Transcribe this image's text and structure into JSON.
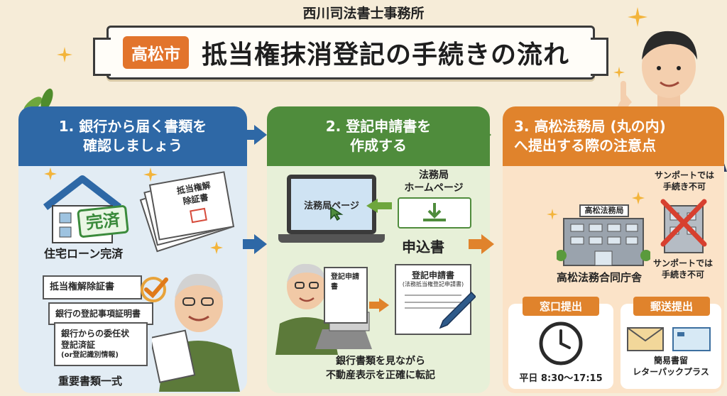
{
  "header": {
    "office": "西川司法書士事務所",
    "city": "高松市",
    "title": "抵当権抹消登記の手続きの流れ"
  },
  "step1": {
    "title_line1": "1. 銀行から届く書類を",
    "title_line2": "確認しましょう",
    "stamp": "完済",
    "doc_stack_label": "抵当権解除証書",
    "loan_label": "住宅ローン完済",
    "doc_a": "抵当権解除証書",
    "doc_b": "銀行の登記事項証明書",
    "doc_c_line1": "銀行からの委任状",
    "doc_c_line2": "登記済証",
    "doc_c_line3": "(or登記識別情報)",
    "set_label": "重要書類一式"
  },
  "step2": {
    "title_line1": "2. 登記申請書を",
    "title_line2": "作成する",
    "screen_text": "法務局ページ",
    "hp_line1": "法務局",
    "hp_line2": "ホームページ",
    "form_label": "申込書",
    "paper_small": "登記申請書",
    "paper_big_title": "登記申請書",
    "paper_big_sub": "(法務抵当権登記申請書)",
    "caption_line1": "銀行書類を見ながら",
    "caption_line2": "不動産表示を正確に転記"
  },
  "step3": {
    "title_line1": "3. 高松法務局 (丸の内)",
    "title_line2": "へ提出する際の注意点",
    "building_sign": "高松法務局",
    "note_top_line1": "サンポートでは",
    "note_top_line2": "手続き不可",
    "building_label": "高松法務合同庁舎",
    "note_bottom_line1": "サンポートでは",
    "note_bottom_line2": "手続き不可",
    "window_head": "窓口提出",
    "window_hours": "平日 8:30〜17:15",
    "mail_head": "郵送提出",
    "mail_line1": "簡易書留",
    "mail_line2": "レターパックプラス"
  },
  "colors": {
    "step1": "#2e68a6",
    "step2": "#4f8c3c",
    "step3": "#e0832c",
    "arrow": "#2e68a6"
  }
}
